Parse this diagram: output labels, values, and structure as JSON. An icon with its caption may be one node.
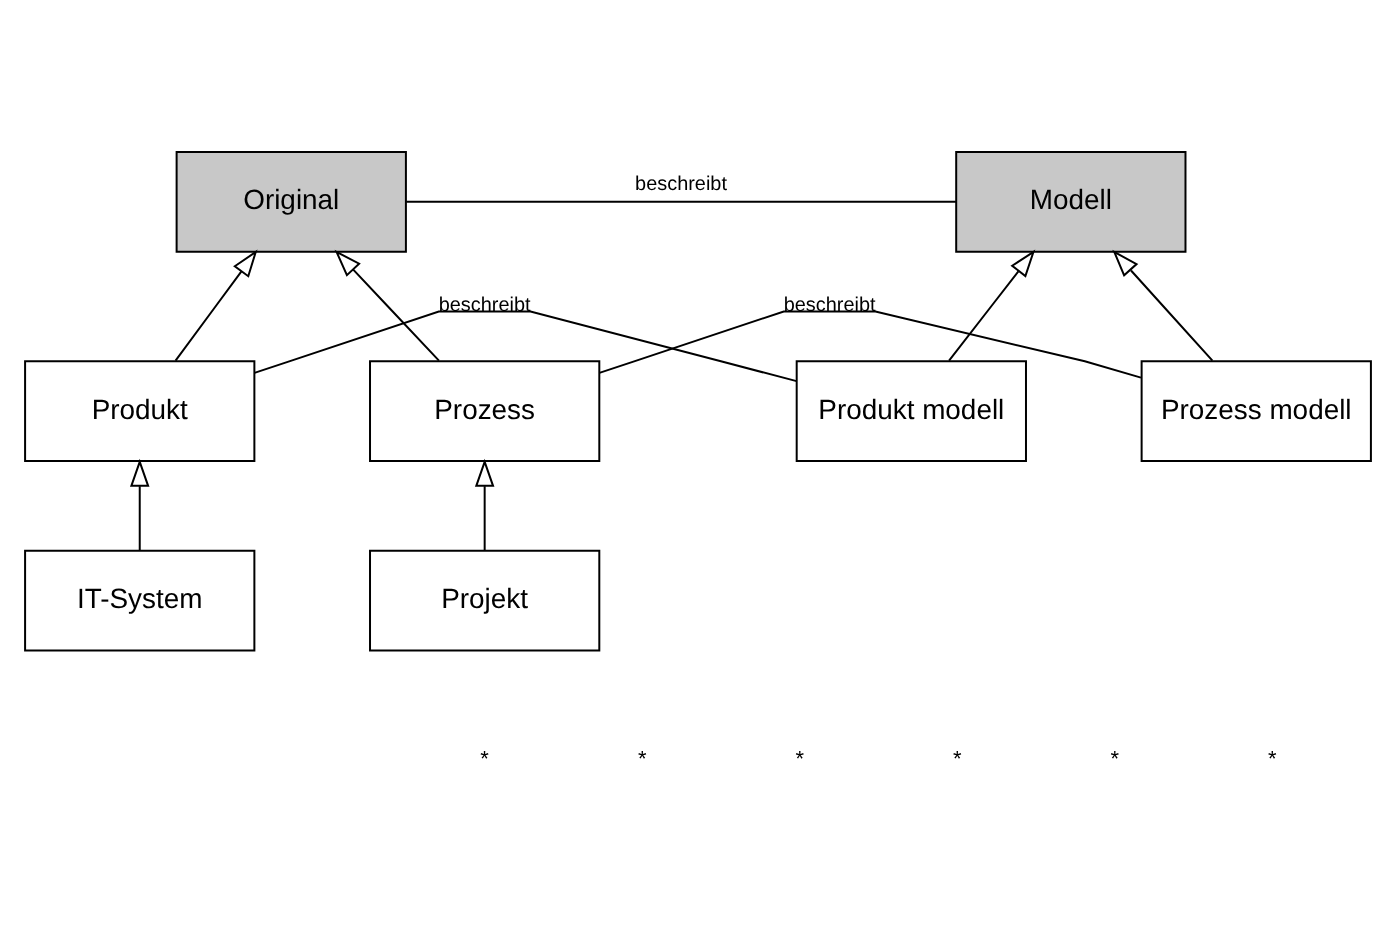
{
  "diagram": {
    "nodes": [
      {
        "text": [
          "Original"
        ]
      },
      {
        "text": [
          "Modell"
        ]
      },
      {
        "text": [
          "Produkt"
        ]
      },
      {
        "text": [
          "Produkt modell"
        ]
      },
      {
        "text": [
          "Prozess"
        ]
      },
      {
        "text": [
          "Prozess modell"
        ]
      },
      {
        "text": [
          "Projekt"
        ]
      },
      {
        "text": [
          "IT-System"
        ]
      }
    ],
    "edges": [
      {
        "from": 0,
        "to": 1,
        "arrow": "none",
        "label": "beschreibt"
      },
      {
        "from": 2,
        "to": 0,
        "arrow": "to"
      },
      {
        "from": 4,
        "to": 0,
        "arrow": "to"
      },
      {
        "from": 3,
        "to": 1,
        "arrow": "to"
      },
      {
        "from": 5,
        "to": 1,
        "arrow": "to"
      },
      {
        "from": 2,
        "to": 3,
        "arrow": "none",
        "label": "beschreibt"
      },
      {
        "from": 4,
        "to": 5,
        "arrow": "none",
        "label": "beschreibt"
      },
      {
        "from": 6,
        "to": 4,
        "arrow": "to"
      },
      {
        "from": 7,
        "to": 2,
        "arrow": "to"
      }
    ],
    "labels": [
      "*",
      "*",
      "*",
      "*",
      "*",
      "*"
    ]
  }
}
